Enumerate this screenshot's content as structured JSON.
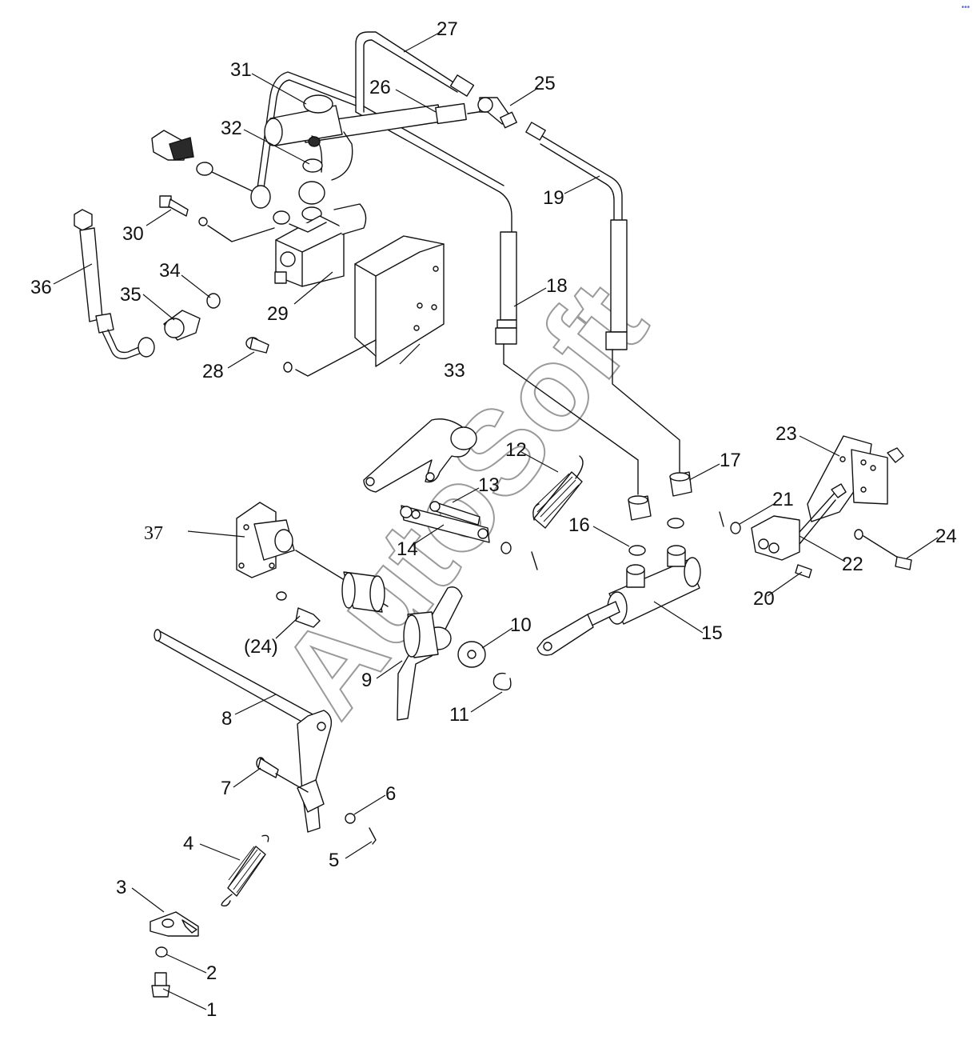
{
  "watermark": "AutoSoft",
  "callouts": [
    "1",
    "2",
    "3",
    "4",
    "5",
    "6",
    "7",
    "8",
    "9",
    "10",
    "11",
    "12",
    "13",
    "14",
    "15",
    "16",
    "17",
    "18",
    "19",
    "20",
    "21",
    "22",
    "23",
    "24",
    "25",
    "26",
    "27",
    "28",
    "29",
    "30",
    "31",
    "32",
    "33",
    "34",
    "35",
    "36",
    "37",
    "(24)"
  ],
  "colors": {
    "ink": "#111111",
    "watermark": "#9a9a9a",
    "corner_mark": "#5a6fd8"
  },
  "icons": {
    "corner_mark": "corner-mark-icon"
  }
}
